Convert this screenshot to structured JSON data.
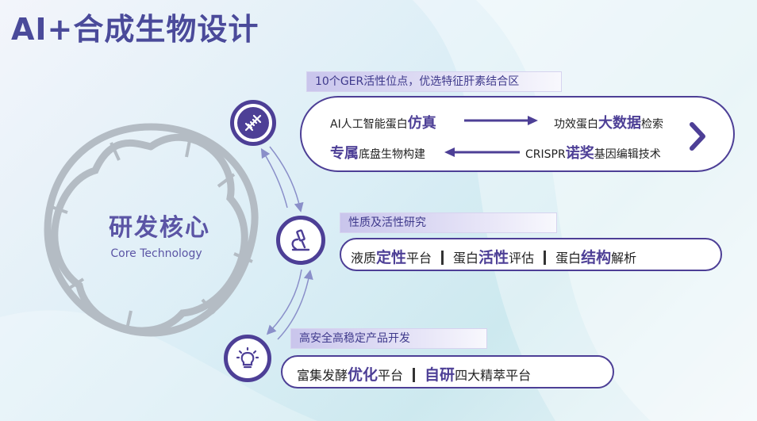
{
  "title": "AI+合成生物设计",
  "core": {
    "title_cn": "研发核心",
    "title_en": "Core Technology"
  },
  "sections": [
    {
      "label": "10个GER活性位点，优选特征肝素结合区",
      "icon": "dna-icon",
      "row1_left": {
        "pre": "AI人工智能蛋白",
        "hl": "仿真",
        "post": ""
      },
      "row1_right": {
        "pre": "功效蛋白",
        "hl": "大数据",
        "post": "检索"
      },
      "row2_left": {
        "pre": "",
        "hl": "专属",
        "post": "底盘生物构建"
      },
      "row2_right": {
        "pre": "CRISPR",
        "hl": "诺奖",
        "post": "基因编辑技术"
      }
    },
    {
      "label": "性质及活性研究",
      "icon": "microscope-icon",
      "items": [
        {
          "pre": "液质",
          "hl": "定性",
          "post": "平台"
        },
        {
          "pre": "蛋白",
          "hl": "活性",
          "post": "评估"
        },
        {
          "pre": "蛋白",
          "hl": "结构",
          "post": "解析"
        }
      ]
    },
    {
      "label": "高安全高稳定产品开发",
      "icon": "lightbulb-icon",
      "items": [
        {
          "pre": "富集发酵",
          "hl": "优化",
          "post": "平台"
        },
        {
          "pre": "",
          "hl": "自研",
          "post": "四大精萃平台"
        }
      ]
    }
  ],
  "colors": {
    "primary": "#4d3f96",
    "title": "#4a4a9a",
    "dna": "#b4bcc4"
  }
}
